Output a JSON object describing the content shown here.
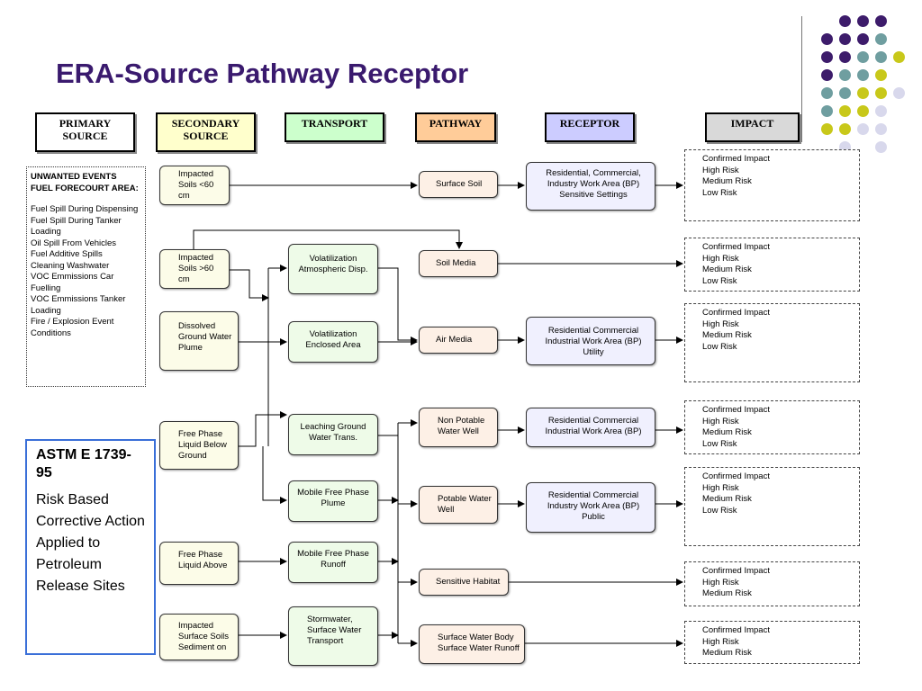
{
  "title": "ERA-Source Pathway Receptor",
  "colors": {
    "title": "#3a1a6e",
    "primary": "#ffffff",
    "secondary": "#ffffcc",
    "transport": "#ccffcc",
    "pathway": "#ffcc99",
    "receptor": "#ccccff",
    "impact": "#d9d9d9",
    "dot_purple": "#3d1c6b",
    "dot_teal": "#6f9ea0",
    "dot_yellow": "#c8c81a",
    "dot_lavender": "#d8d8ec"
  },
  "headers": {
    "primary": "PRIMARY SOURCE",
    "secondary": "SECONDARY SOURCE",
    "transport": "TRANSPORT",
    "pathway": "PATHWAY",
    "receptor": "RECEPTOR",
    "impact": "IMPACT"
  },
  "events": {
    "heading1": "UNWANTED EVENTS",
    "heading2": "FUEL FORECOURT AREA:",
    "items": [
      " Fuel Spill During Dispensing",
      " Fuel Spill During Tanker Loading",
      " Oil Spill From Vehicles",
      " Fuel Additive Spills",
      " Cleaning Washwater",
      " VOC Emmissions Car Fuelling",
      " VOC Emmissions Tanker Loading",
      " Fire / Explosion Event Conditions"
    ]
  },
  "astm": {
    "title": "ASTM E 1739-95",
    "body": "Risk Based Corrective Action Applied to Petroleum Release Sites"
  },
  "secondary": [
    " Impacted Soils  <60 cm",
    " Impacted Soils  >60 cm",
    " Dissolved Ground Water Plume",
    " Free Phase Liquid Below Ground",
    " Free Phase Liquid Above",
    " Impacted Surface Soils Sediment on"
  ],
  "transport": [
    " Volatilization Atmospheric Disp.",
    " Volatilization Enclosed Area",
    " Leaching Ground Water Trans.",
    " Mobile Free Phase Plume",
    " Mobile Free Phase Runoff",
    " Stormwater, Surface Water Transport"
  ],
  "pathway": [
    " Surface Soil",
    " Soil Media",
    " Air Media",
    " Non Potable Water Well",
    " Potable Water Well",
    " Sensitive Habitat",
    " Surface Water Body Surface Water Runoff"
  ],
  "receptor": [
    " Residential,  Commercial,  Industry   Work Area (BP)  Sensitive Settings",
    "  Residential  Commercial Industrial Work Area (BP)  Utility",
    "  Residential   Commercial  Industrial  Work Area (BP)",
    "  Residential   Commercial  Industry Work Area (BP)  Public"
  ],
  "impact": [
    [
      "Confirmed Impact",
      "High Risk",
      "Medium Risk",
      "Low Risk"
    ],
    [
      "Confirmed Impact",
      "High Risk",
      "Medium Risk",
      "Low Risk"
    ],
    [
      "Confirmed Impact",
      "High Risk",
      "Medium Risk",
      "Low Risk"
    ],
    [
      "Confirmed Impact",
      "High Risk",
      "Medium Risk",
      "Low Risk"
    ],
    [
      "Confirmed Impact",
      "High Risk",
      "Medium Risk",
      "Low Risk"
    ],
    [
      "Confirmed Impact",
      "High Risk",
      "Medium Risk"
    ],
    [
      "Confirmed Impact",
      "High Risk",
      "Medium Risk"
    ]
  ]
}
